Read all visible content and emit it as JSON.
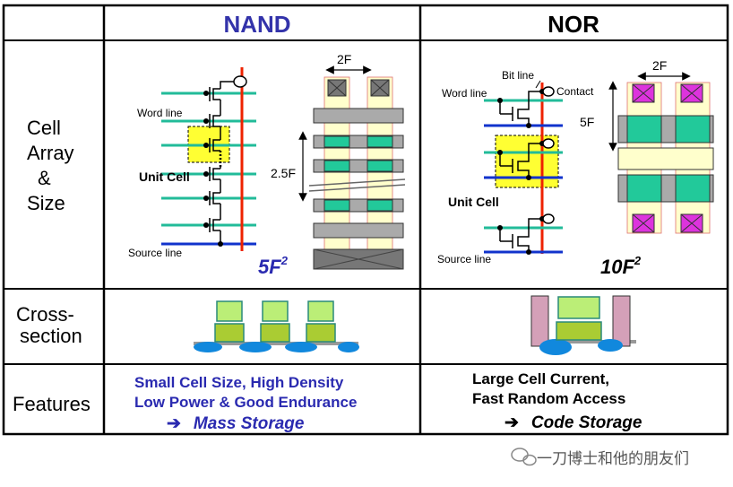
{
  "header": {
    "left_empty": "",
    "nand": "NAND",
    "nor": "NOR"
  },
  "rows": {
    "cell_array": [
      "Cell",
      "Array",
      "&",
      "Size"
    ],
    "cross_section": [
      "Cross-",
      "section"
    ],
    "features": "Features"
  },
  "nand": {
    "word_line": "Word line",
    "unit_cell": "Unit Cell",
    "source_line": "Source line",
    "dim_pitch": "2F",
    "dim_height": "2.5F",
    "area_base": "5F",
    "area_exp": "2",
    "features": [
      "Small Cell Size, High Density",
      "Low Power & Good Endurance"
    ],
    "arrow": "➔",
    "conclusion": "Mass Storage"
  },
  "nor": {
    "bit_line": "Bit line",
    "contact": "Contact",
    "word_line": "Word line",
    "unit_cell": "Unit Cell",
    "source_line": "Source line",
    "dim_pitch": "2F",
    "dim_height": "5F",
    "area_base": "10F",
    "area_exp": "2",
    "features": [
      "Large Cell Current,",
      "Fast Random Access"
    ],
    "arrow": "➔",
    "conclusion": "Code Storage"
  },
  "watermark": "一刀博士和他的朋友们",
  "colors": {
    "header_blue": "#3333aa",
    "feature_blue": "#2a2ab0",
    "wordline_teal": "#22bb99",
    "bitline_red": "#ee2200",
    "source_blue": "#1133cc",
    "unitcell_yellow": "#ffff33",
    "active_cream": "#ffffcc",
    "gate_green": "#22c99a",
    "poly_gray": "#aaaaaa",
    "contact_magenta": "#dd33dd",
    "contact_gray": "#888888"
  }
}
